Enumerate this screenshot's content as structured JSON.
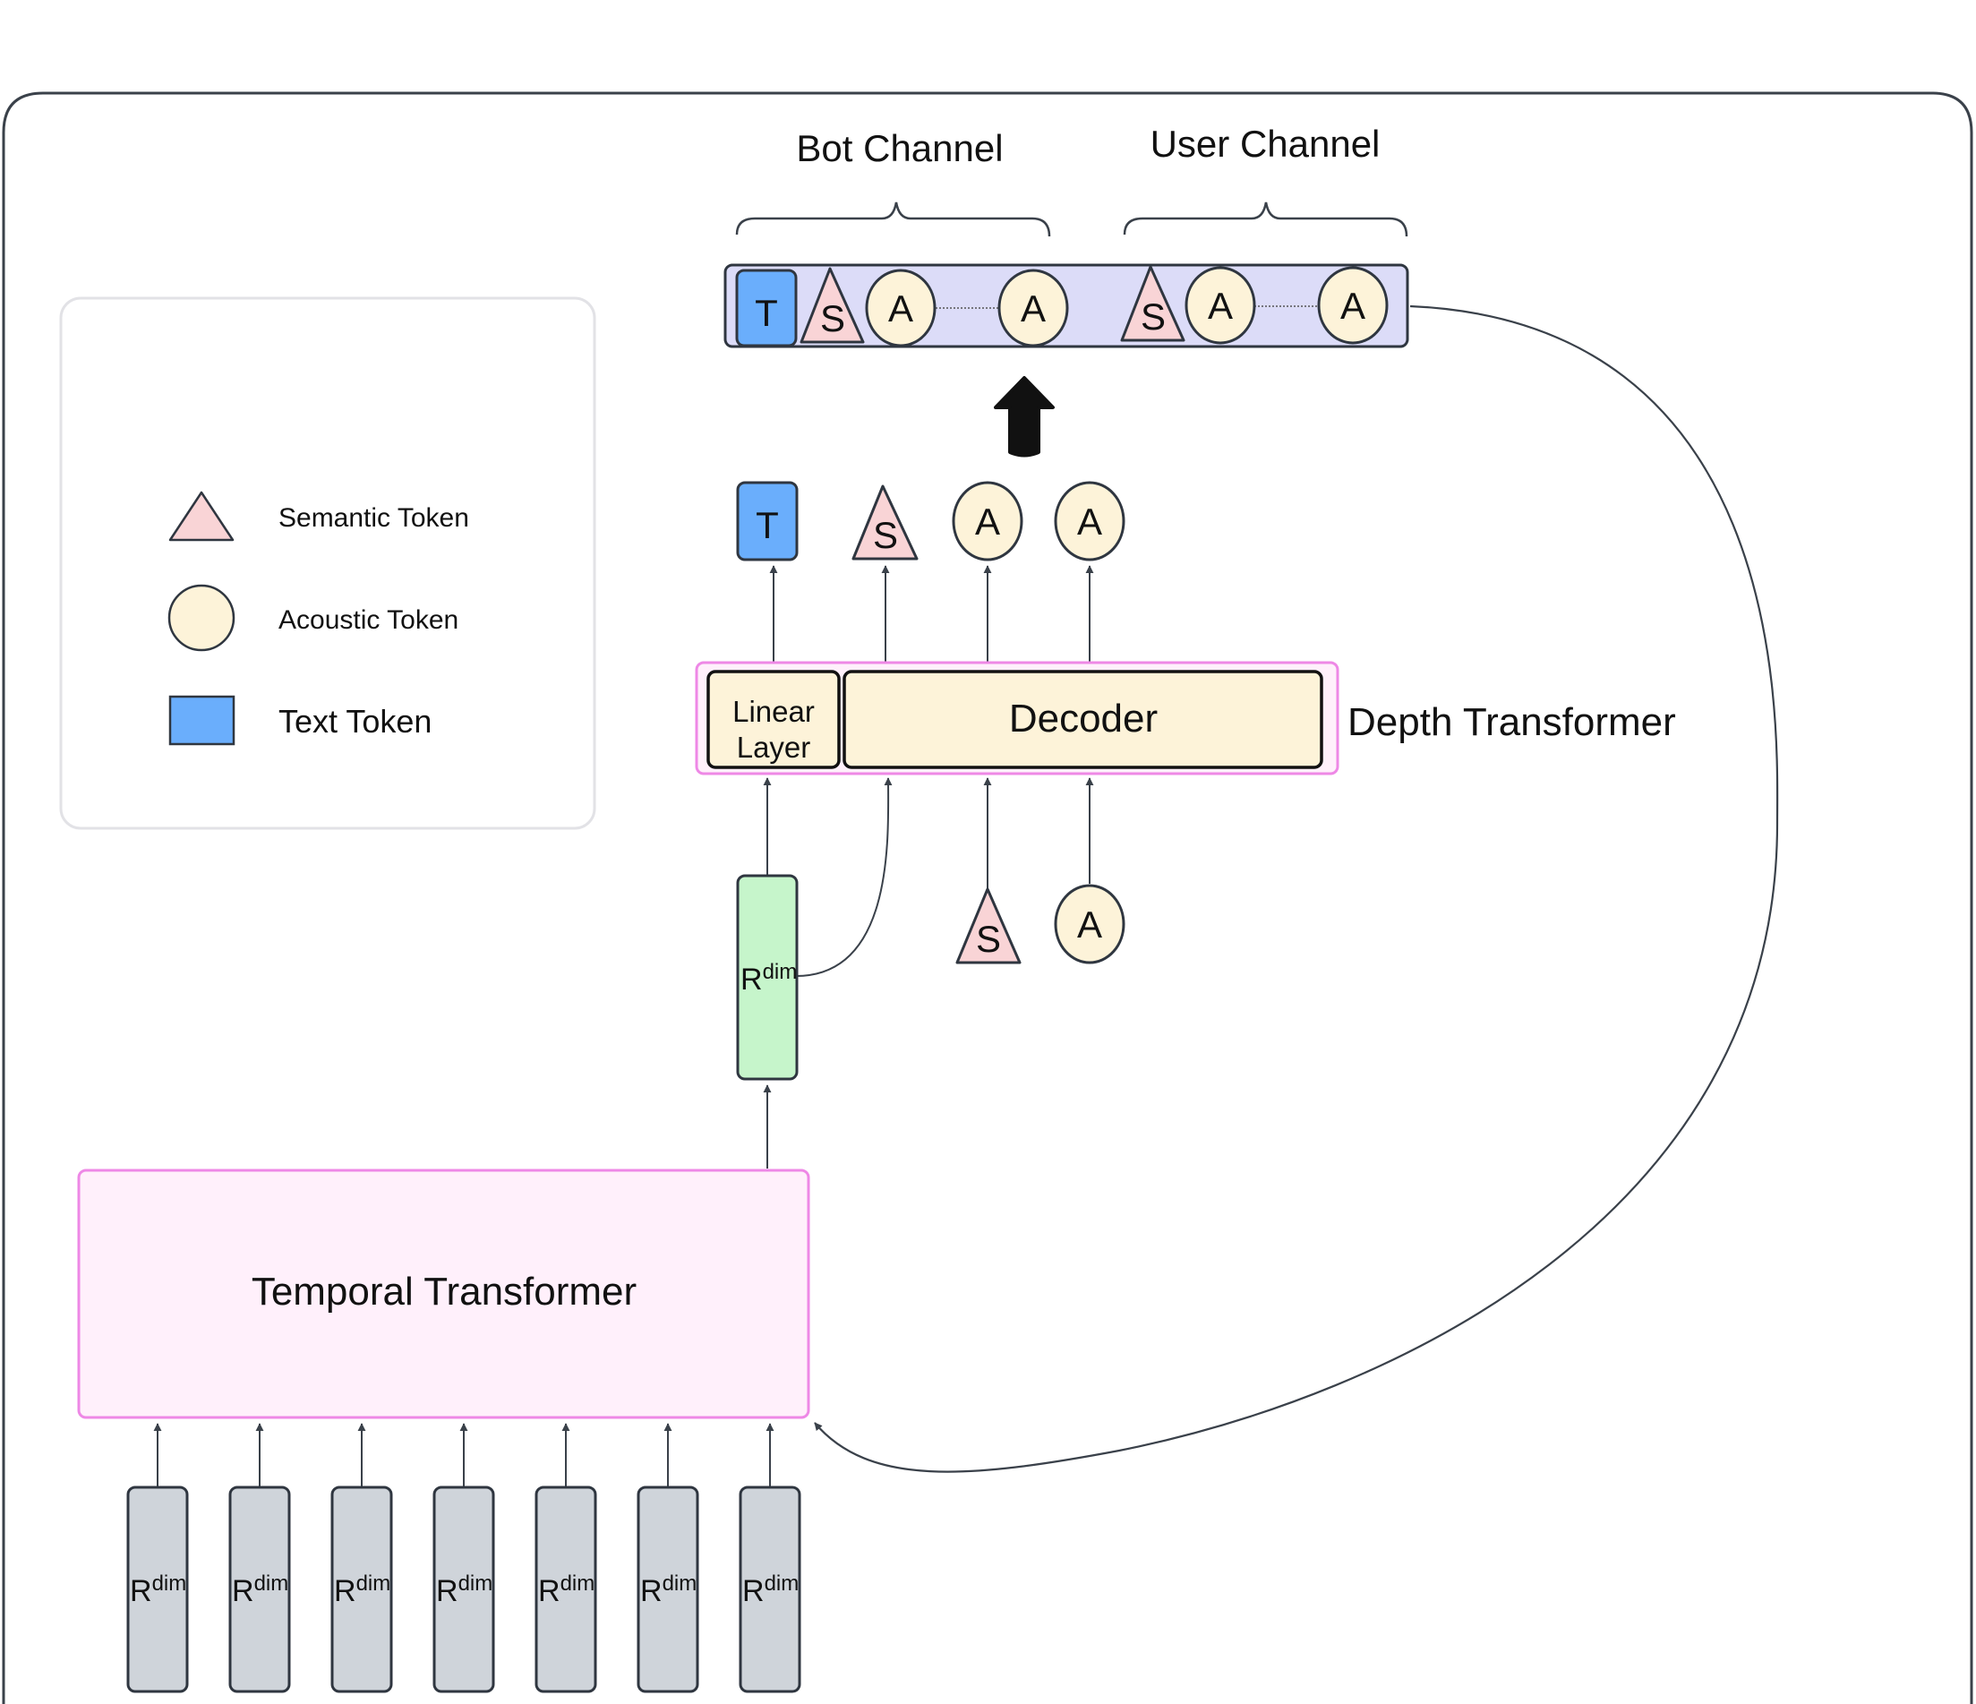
{
  "channels": {
    "bot_label": "Bot Channel",
    "user_label": "User Channel"
  },
  "tokens": {
    "text_letter": "T",
    "semantic_letter": "S",
    "acoustic_letter": "A"
  },
  "legend": {
    "semantic": "Semantic Token",
    "acoustic": "Acoustic Token",
    "text": "Text Token"
  },
  "blocks": {
    "linear_line1": "Linear",
    "linear_line2": "Layer",
    "decoder": "Decoder",
    "depth_transformer": "Depth Transformer",
    "temporal_transformer": "Temporal Transformer"
  },
  "vector": {
    "base": "R",
    "sup": "dim"
  },
  "colors": {
    "semantic_fill": "#f9d4d6",
    "acoustic_fill": "#fdf3d9",
    "text_fill": "#6aaefc",
    "vector_fill": "#cfd4da",
    "hidden_fill": "#c6f5cb",
    "depth_border": "#ee88e6",
    "depth_fill": "#fff0fb",
    "decoder_fill": "#fdf3d9",
    "sequence_fill": "#dcdcf8",
    "temporal_fill": "#fff0fb",
    "temporal_border": "#ee88e6"
  }
}
